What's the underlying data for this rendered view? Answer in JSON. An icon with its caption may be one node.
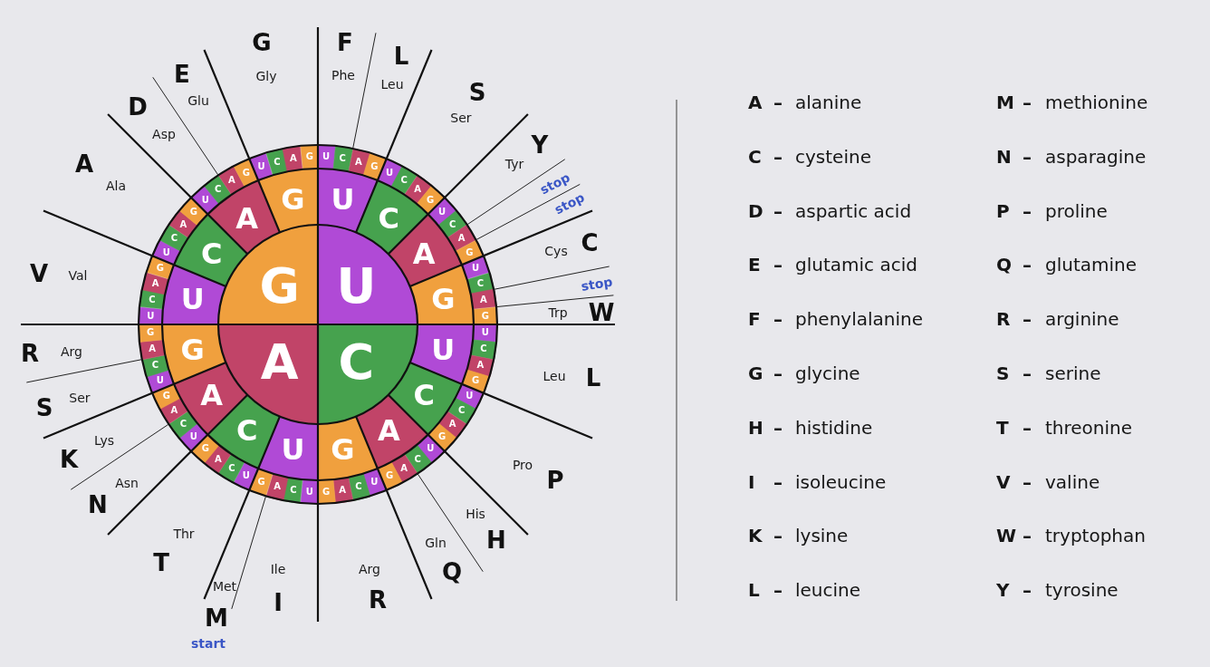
{
  "diagram": {
    "nodes": [
      {
        "text": [
          "U"
        ]
      },
      {
        "text": [
          "C"
        ]
      },
      {
        "text": [
          "A"
        ]
      },
      {
        "text": [
          "G"
        ]
      },
      {
        "text": [
          "U"
        ]
      },
      {
        "text": [
          "C"
        ]
      },
      {
        "text": [
          "A"
        ]
      },
      {
        "text": [
          "G"
        ]
      },
      {
        "text": [
          "U"
        ]
      },
      {
        "text": [
          "C"
        ]
      },
      {
        "text": [
          "A"
        ]
      },
      {
        "text": [
          "G"
        ]
      },
      {
        "text": [
          "U"
        ]
      },
      {
        "text": [
          "C"
        ]
      },
      {
        "text": [
          "A"
        ]
      },
      {
        "text": [
          "G"
        ]
      },
      {
        "text": [
          "U"
        ]
      },
      {
        "text": [
          "C"
        ]
      },
      {
        "text": [
          "A"
        ]
      },
      {
        "text": [
          "G"
        ]
      },
      {
        "text": [
          "U"
        ]
      },
      {
        "text": [
          "C"
        ]
      },
      {
        "text": [
          "A"
        ]
      },
      {
        "text": [
          "G"
        ]
      },
      {
        "text": [
          "U"
        ]
      },
      {
        "text": [
          "C"
        ]
      },
      {
        "text": [
          "A"
        ]
      },
      {
        "text": [
          "G"
        ]
      },
      {
        "text": [
          "U"
        ]
      },
      {
        "text": [
          "C"
        ]
      },
      {
        "text": [
          "A"
        ]
      },
      {
        "text": [
          "G"
        ]
      },
      {
        "text": [
          "U"
        ]
      },
      {
        "text": [
          "C"
        ]
      },
      {
        "text": [
          "A"
        ]
      },
      {
        "text": [
          "G"
        ]
      },
      {
        "text": [
          "U"
        ]
      },
      {
        "text": [
          "C"
        ]
      },
      {
        "text": [
          "A"
        ]
      },
      {
        "text": [
          "G"
        ]
      },
      {
        "text": [
          "U"
        ]
      },
      {
        "text": [
          "C"
        ]
      },
      {
        "text": [
          "A"
        ]
      },
      {
        "text": [
          "G"
        ]
      },
      {
        "text": [
          "U"
        ]
      },
      {
        "text": [
          "C"
        ]
      },
      {
        "text": [
          "A"
        ]
      },
      {
        "text": [
          "G"
        ]
      },
      {
        "text": [
          "U"
        ]
      },
      {
        "text": [
          "C"
        ]
      },
      {
        "text": [
          "A"
        ]
      },
      {
        "text": [
          "G"
        ]
      },
      {
        "text": [
          "U"
        ]
      },
      {
        "text": [
          "C"
        ]
      },
      {
        "text": [
          "A"
        ]
      },
      {
        "text": [
          "G"
        ]
      },
      {
        "text": [
          "U"
        ]
      },
      {
        "text": [
          "C"
        ]
      },
      {
        "text": [
          "A"
        ]
      },
      {
        "text": [
          "G"
        ]
      },
      {
        "text": [
          "U"
        ]
      },
      {
        "text": [
          "C"
        ]
      },
      {
        "text": [
          "A"
        ]
      },
      {
        "text": [
          "G"
        ]
      },
      {
        "text": [
          "U"
        ]
      },
      {
        "text": [
          "C"
        ]
      },
      {
        "text": [
          "A"
        ]
      },
      {
        "text": [
          "G"
        ]
      },
      {
        "text": [
          "U"
        ]
      },
      {
        "text": [
          "C"
        ]
      },
      {
        "text": [
          "A"
        ]
      },
      {
        "text": [
          "G"
        ]
      },
      {
        "text": [
          "U"
        ]
      },
      {
        "text": [
          "C"
        ]
      },
      {
        "text": [
          "A"
        ]
      },
      {
        "text": [
          "G"
        ]
      },
      {
        "text": [
          "U"
        ]
      },
      {
        "text": [
          "C"
        ]
      },
      {
        "text": [
          "A"
        ]
      },
      {
        "text": [
          "G"
        ]
      },
      {
        "text": [
          "U"
        ]
      },
      {
        "text": [
          "C"
        ]
      },
      {
        "text": [
          "A"
        ]
      },
      {
        "text": [
          "G"
        ]
      }
    ],
    "labels": [
      "F",
      "Phe",
      "L",
      "Leu",
      "S",
      "Ser",
      "Y",
      "Tyr",
      "stop",
      "stop",
      "C",
      "Cys",
      "stop",
      "W",
      "Trp",
      "L",
      "Leu",
      "P",
      "Pro",
      "H",
      "His",
      "Q",
      "Gln",
      "R",
      "Arg",
      "I",
      "Ile",
      "M",
      "Met",
      "start",
      "T",
      "Thr",
      "N",
      "Asn",
      "K",
      "Lys",
      "S",
      "Ser",
      "R",
      "Arg",
      "V",
      "Val",
      "A",
      "Ala",
      "D",
      "Asp",
      "E",
      "Glu",
      "G",
      "Gly",
      "A",
      "–",
      "alanine",
      "M",
      "–",
      "methionine",
      "C",
      "–",
      "cysteine",
      "N",
      "–",
      "asparagine",
      "D",
      "–",
      "aspartic acid",
      "P",
      "–",
      "proline",
      "E",
      "–",
      "glutamic acid",
      "Q",
      "–",
      "glutamine",
      "F",
      "–",
      "phenylalanine",
      "R",
      "–",
      "arginine",
      "G",
      "–",
      "glycine",
      "S",
      "–",
      "serine",
      "H",
      "–",
      "histidine",
      "T",
      "–",
      "threonine",
      "I",
      "–",
      "isoleucine",
      "V",
      "–",
      "valine",
      "K",
      "–",
      "lysine",
      "W",
      "–",
      "tryptophan",
      "L",
      "–",
      "leucine",
      "Y",
      "–",
      "tyrosine"
    ]
  }
}
